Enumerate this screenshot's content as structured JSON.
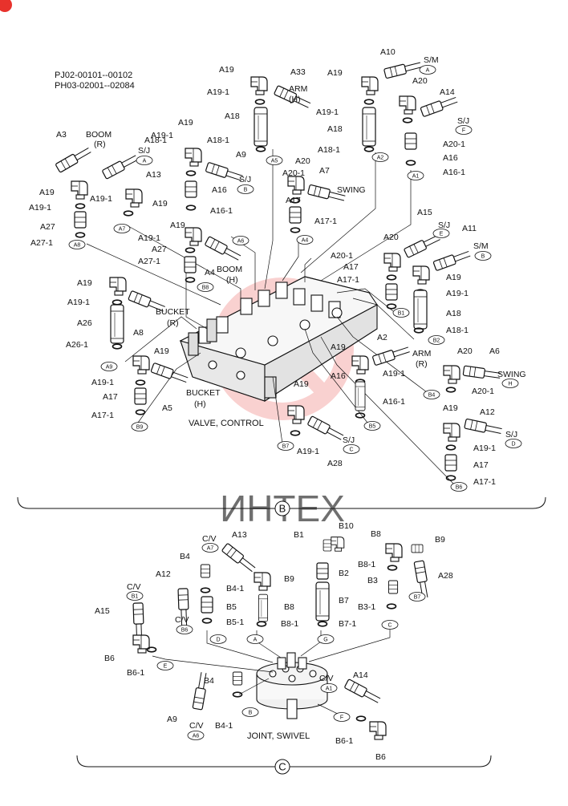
{
  "header": {
    "serial_line_1": "PJ02-00101--00102",
    "serial_line_2": "PH03-02001--02084"
  },
  "watermark": {
    "text": "ИНТЕХ",
    "color": "#e8322c"
  },
  "section_b": {
    "badge": "B",
    "caption": "VALVE, CONTROL",
    "words": {
      "boom": "BOOM",
      "boom_r": "(R)",
      "boom_h": "(H)",
      "arm": "ARM",
      "arm_h": "(H)",
      "arm_r": "(R)",
      "swing": "SWING",
      "bucket": "BUCKET",
      "bucket_r": "(R)",
      "bucket_h": "(H)",
      "sj": "S/J",
      "sm": "S/M"
    },
    "labels": {
      "A3": "A3",
      "A19": "A19",
      "A19_1": "A19-1",
      "A27": "A27",
      "A27_1": "A27-1",
      "A13": "A13",
      "A18": "A18",
      "A18_1": "A18-1",
      "A9": "A9",
      "A16": "A16",
      "A16_1": "A16-1",
      "A33": "A33",
      "A10": "A10",
      "A20": "A20",
      "A14": "A14",
      "A20_1": "A20-1",
      "A7": "A7",
      "A17": "A17",
      "A17_1": "A17-1",
      "A4": "A4",
      "A8": "A8",
      "A26": "A26",
      "A26_1": "A26-1",
      "A5": "A5",
      "A2": "A2",
      "A6": "A6",
      "A12": "A12",
      "A11": "A11",
      "A15": "A15",
      "A28": "A28"
    },
    "tags": {
      "A": "A",
      "B": "B",
      "C": "C",
      "D": "D",
      "E": "E",
      "F": "F",
      "H": "H",
      "A1": "A1",
      "A2": "A2",
      "A4": "A4",
      "A5": "A5",
      "A6": "A6",
      "A7": "A7",
      "A8": "A8",
      "A9": "A9",
      "B1": "B1",
      "B2": "B2",
      "B4": "B4",
      "B5": "B5",
      "B6": "B6",
      "B7": "B7",
      "B8": "B8",
      "B9": "B9"
    }
  },
  "section_c": {
    "badge": "C",
    "caption": "JOINT, SWIVEL",
    "labels": {
      "CV": "C/V",
      "A13": "A13",
      "B1": "B1",
      "B10": "B10",
      "B8": "B8",
      "B9": "B9",
      "B4": "B4",
      "B2": "B2",
      "B8_1": "B8-1",
      "A12": "A12",
      "B4_1": "B4-1",
      "B3": "B3",
      "A28": "A28",
      "B5": "B5",
      "B7": "B7",
      "B3_1": "B3-1",
      "A15": "A15",
      "B5_1": "B5-1",
      "B7_1": "B7-1",
      "B6": "B6",
      "B6_1": "B6-1",
      "A14": "A14",
      "A9": "A9"
    },
    "tags": {
      "A": "A",
      "B": "B",
      "C": "C",
      "D": "D",
      "E": "E",
      "F": "F",
      "G": "G",
      "A1": "A1",
      "A6": "A6",
      "A7": "A7",
      "B1": "B1",
      "B6": "B6",
      "B7": "B7"
    }
  }
}
